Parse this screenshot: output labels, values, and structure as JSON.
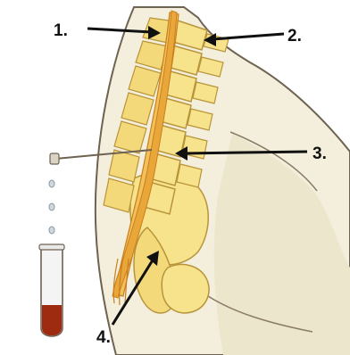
{
  "labels": [
    {
      "id": "1",
      "text": "1."
    },
    {
      "id": "2",
      "text": "2."
    },
    {
      "id": "3",
      "text": "3."
    },
    {
      "id": "4",
      "text": "4."
    }
  ],
  "colors": {
    "skin": "#f3efdc",
    "skin_shadow": "#e6dfc2",
    "bone": "#f7e38c",
    "bone_outline": "#b8943a",
    "spinal_cord": "#e9a73a",
    "cord_dark": "#c97f1f",
    "outline": "#6e6250",
    "arrow": "#111111",
    "blood": "#9e2a10"
  }
}
